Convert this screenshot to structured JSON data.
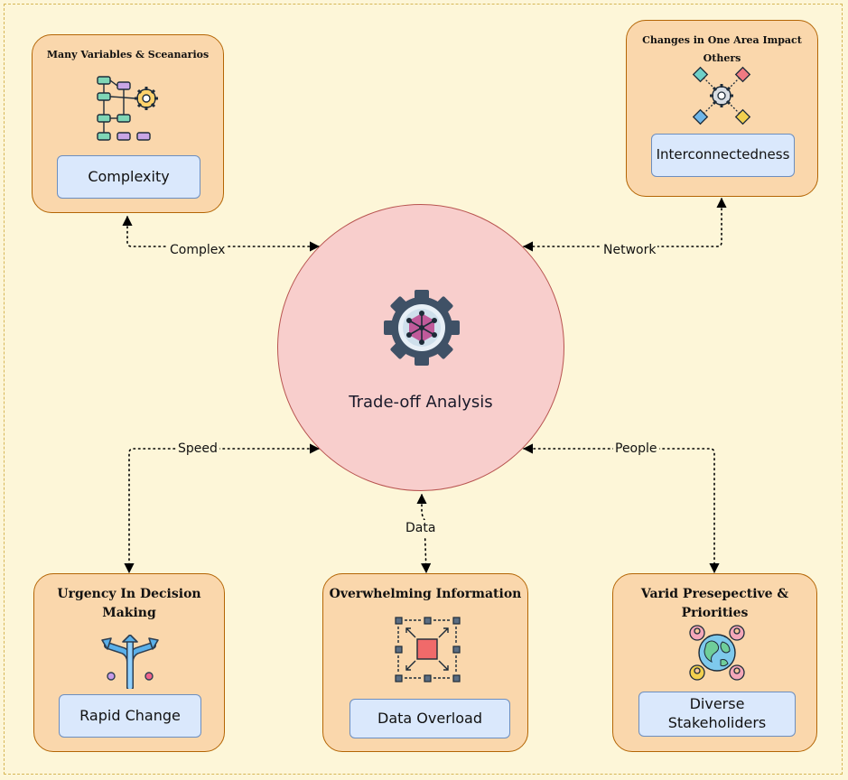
{
  "center": {
    "title": "Trade-off Analysis",
    "icon": "gear-network-icon"
  },
  "nodes": {
    "complexity": {
      "title": "Many Variables & Sceanarios",
      "label": "Complexity",
      "icon": "flowchart-gear-icon",
      "edge_label": "Complex"
    },
    "interconnectedness": {
      "title": "Changes in One Area Impact Others",
      "label": "Interconnectedness",
      "icon": "gear-network-icon",
      "edge_label": "Network"
    },
    "rapid_change": {
      "title": "Urgency In Decision Making",
      "label": "Rapid Change",
      "icon": "split-arrows-icon",
      "edge_label": "Speed"
    },
    "data_overload": {
      "title": "Overwhelming Information",
      "label": "Data Overload",
      "icon": "data-nodes-icon",
      "edge_label": "Data"
    },
    "stakeholders": {
      "title": "Varid Presepective & Priorities",
      "label": "Diverse Stakeholiders",
      "icon": "globe-people-icon",
      "edge_label": "People"
    }
  },
  "colors": {
    "card_fill": "#fad7ac",
    "card_border": "#b46504",
    "pill_fill": "#dae8fc",
    "pill_border": "#6c8ebf",
    "hub_fill": "#f8cecc",
    "hub_border": "#b85450",
    "background": "#fdf6d8"
  }
}
